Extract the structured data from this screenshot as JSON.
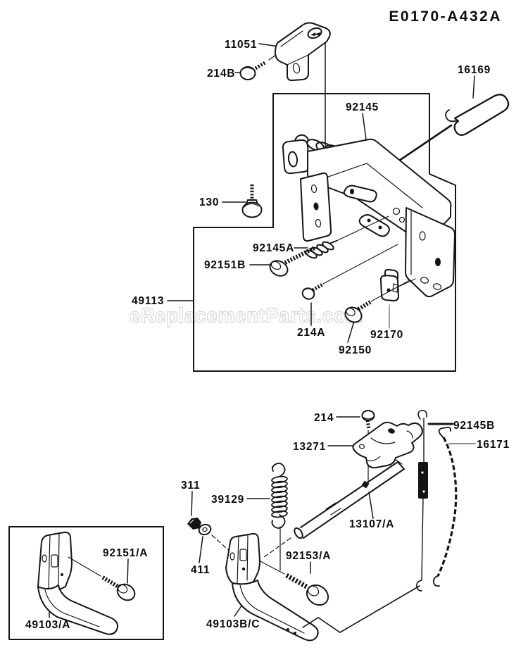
{
  "figure": {
    "title": "E0170-A432A",
    "watermark": "eReplacementParts.com"
  },
  "colors": {
    "line": "#151515",
    "label_text": "#0c0c0c",
    "watermark_stroke": "#c7c7c7",
    "background": "#ffffff"
  },
  "labels": {
    "l11051": "11051",
    "l214B": "214B",
    "l16169": "16169",
    "l92145": "92145",
    "l130": "130",
    "l92145A": "92145A",
    "l92151B": "92151B",
    "l49113": "49113",
    "l214A": "214A",
    "l92170": "92170",
    "l92150": "92150",
    "l214": "214",
    "l92145B": "92145B",
    "l13271": "13271",
    "l16171": "16171",
    "l311": "311",
    "l39129": "39129",
    "l13107A": "13107/A",
    "l92151A": "92151/A",
    "l92153A": "92153/A",
    "l411": "411",
    "l49103A": "49103/A",
    "l49103BC": "49103B/C"
  }
}
